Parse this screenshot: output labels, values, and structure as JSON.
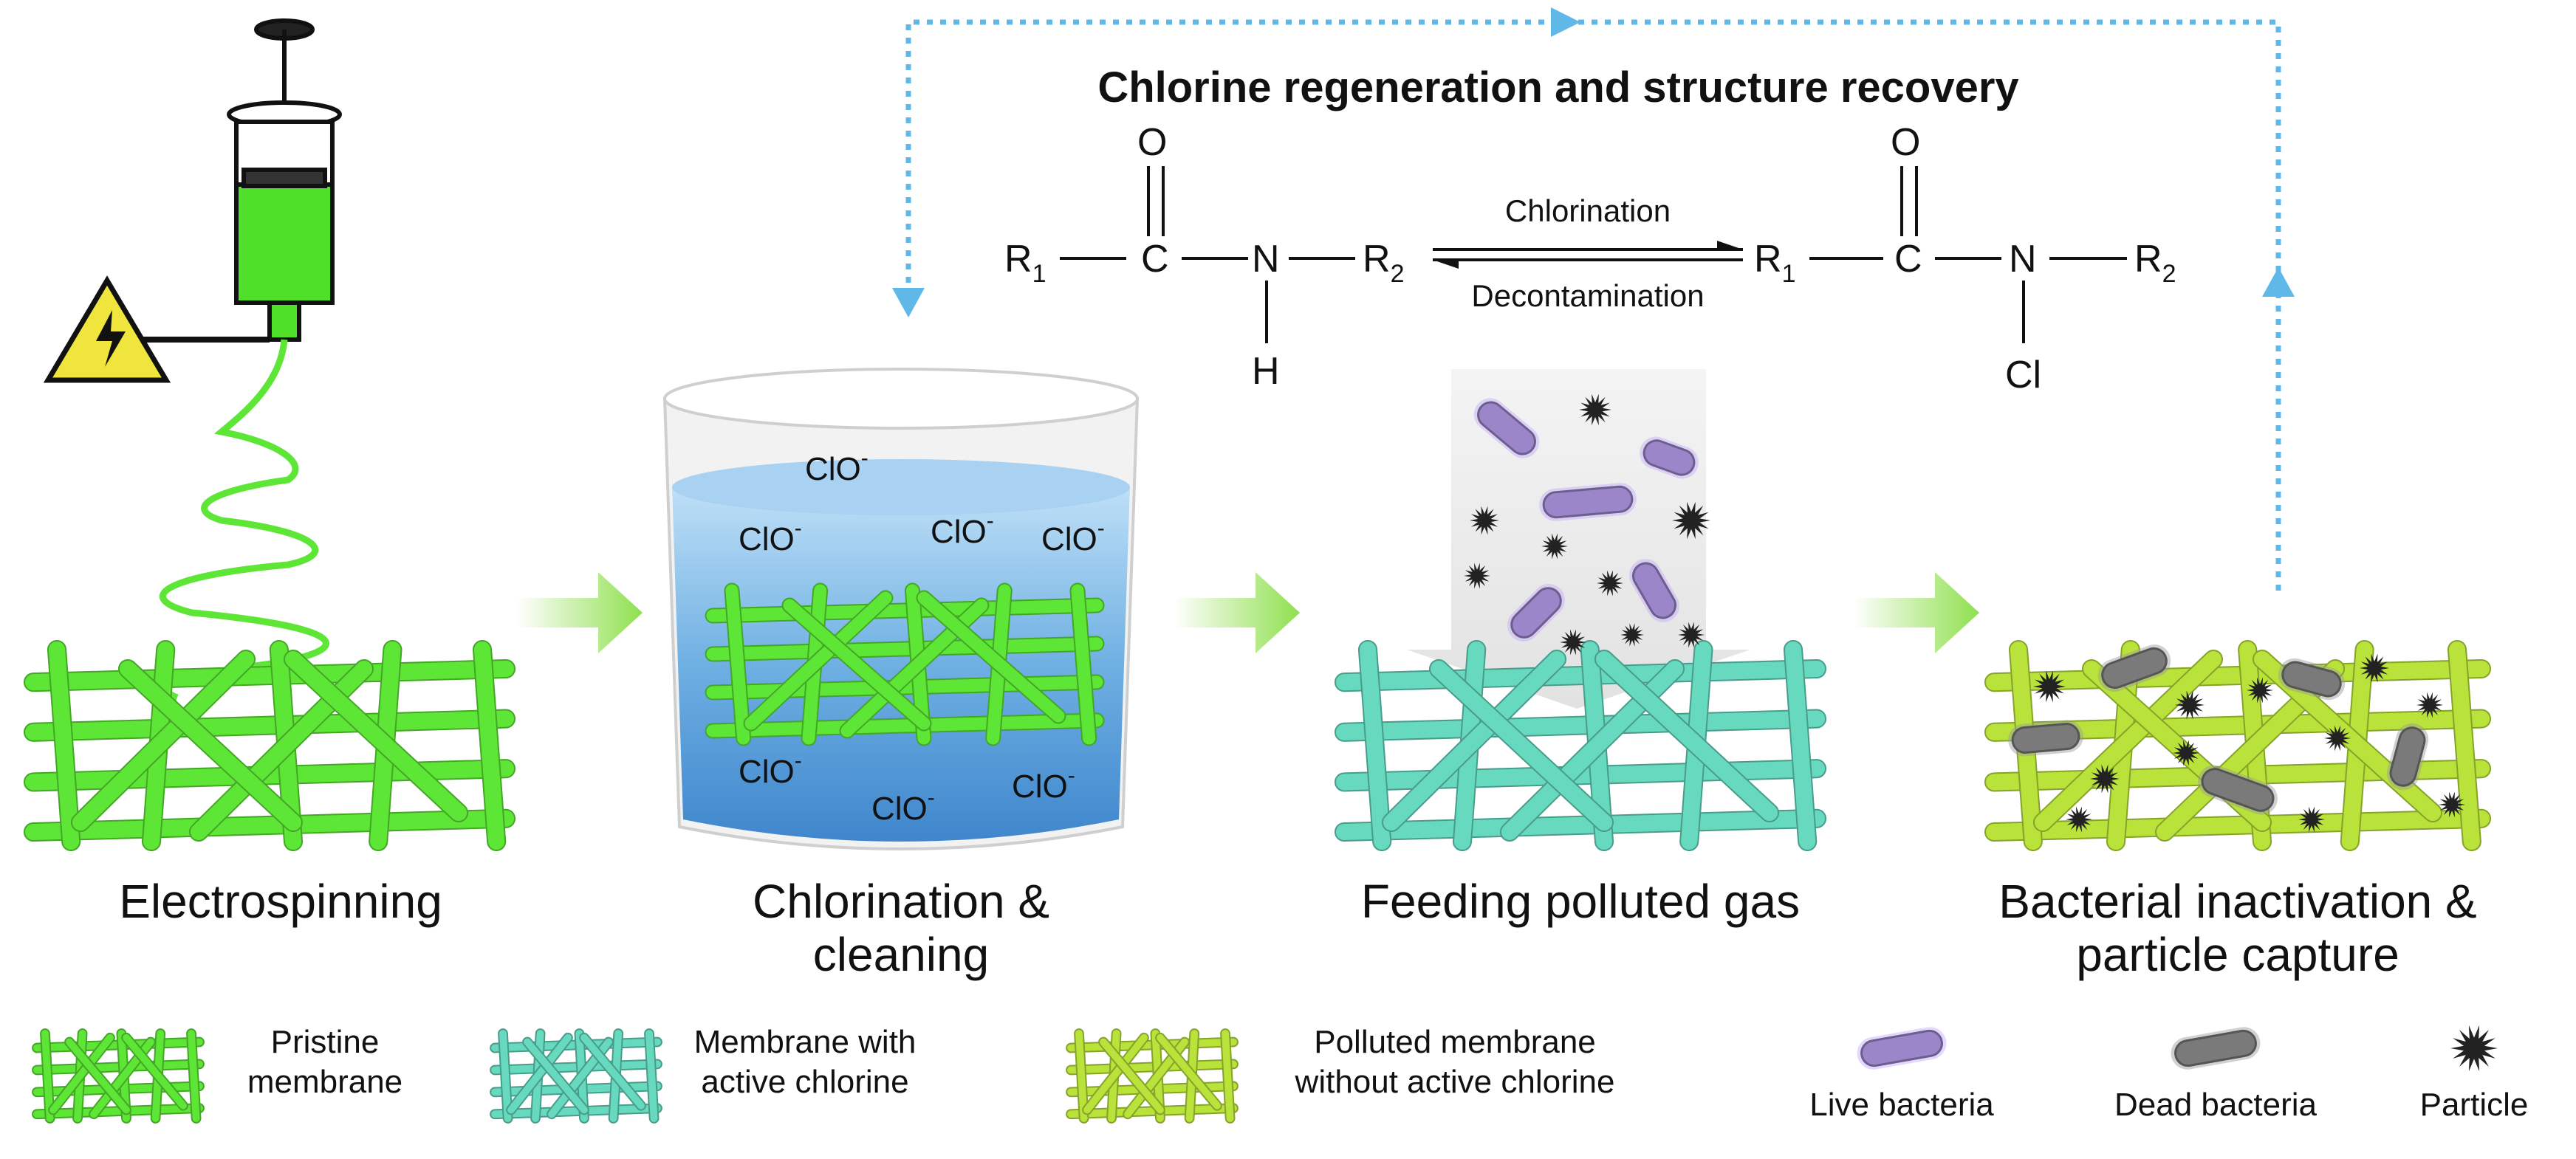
{
  "title": "Chlorine regeneration and structure recovery",
  "reaction": {
    "left": {
      "r1": "R",
      "r1_sub": "1",
      "c": "C",
      "o": "O",
      "n": "N",
      "h": "H",
      "r2": "R",
      "r2_sub": "2"
    },
    "right": {
      "r1": "R",
      "r1_sub": "1",
      "c": "C",
      "o": "O",
      "n": "N",
      "cl": "Cl",
      "r2": "R",
      "r2_sub": "2"
    },
    "forward_label": "Chlorination",
    "reverse_label": "Decontamination"
  },
  "ion": {
    "text": "ClO",
    "charge": "-"
  },
  "stages": [
    {
      "line1": "Electrospinning",
      "line2": ""
    },
    {
      "line1": "Chlorination &",
      "line2": "cleaning"
    },
    {
      "line1": "Feeding polluted gas",
      "line2": ""
    },
    {
      "line1": "Bacterial inactivation &",
      "line2": "particle capture"
    }
  ],
  "legend": [
    {
      "line1": "Pristine",
      "line2": "membrane"
    },
    {
      "line1": "Membrane with",
      "line2": "active chlorine"
    },
    {
      "line1": "Polluted membrane",
      "line2": "without active chlorine"
    },
    {
      "line1": "Live bacteria",
      "line2": ""
    },
    {
      "line1": "Dead bacteria",
      "line2": ""
    },
    {
      "line1": "Particle",
      "line2": ""
    }
  ],
  "colors": {
    "pristine": "#5ee636",
    "active": "#66d9bf",
    "polluted": "#b9e23a",
    "live_bacteria": "#9b86c9",
    "dead_bacteria": "#7a7a7a",
    "particle": "#222222",
    "loop_arrow": "#5fb8e8",
    "step_arrow": "#9ce65c",
    "water": "#5a9fd8"
  },
  "icons": [
    "syringe-icon",
    "high-voltage-icon",
    "beaker-icon",
    "fiber-membrane-icon",
    "bacteria-icon",
    "particle-icon"
  ]
}
